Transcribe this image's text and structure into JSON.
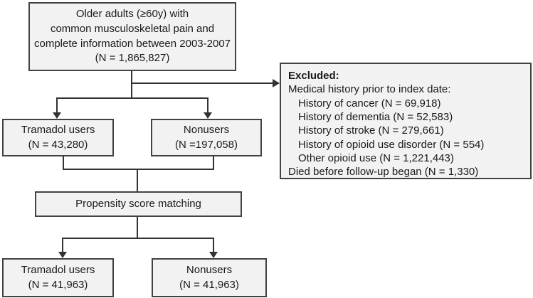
{
  "flowchart": {
    "colors": {
      "box_fill": "#f2f2f2",
      "box_border": "#424242",
      "line": "#333333",
      "text": "#1a1a1a",
      "background": "#ffffff"
    },
    "top_box": {
      "lines": [
        "Older adults (≥60y) with",
        "common musculoskeletal pain and",
        "complete information between 2003-2007",
        "(N = 1,865,827)"
      ]
    },
    "excluded_box": {
      "title": "Excluded:",
      "subtitle": "Medical history prior to index date:",
      "items": [
        "History of cancer (N = 69,918)",
        "History of dementia (N = 52,583)",
        "History of stroke (N = 279,661)",
        "History of opioid use disorder (N = 554)",
        "Other opioid use (N = 1,221,443)"
      ],
      "footer": "Died before follow-up began (N = 1,330)"
    },
    "tramadol_box_1": {
      "line1": "Tramadol users",
      "line2": "(N = 43,280)"
    },
    "nonusers_box_1": {
      "line1": "Nonusers",
      "line2": "(N =197,058)"
    },
    "psm_box": {
      "label": "Propensity score matching"
    },
    "tramadol_box_2": {
      "line1": "Tramadol users",
      "line2": "(N = 41,963)"
    },
    "nonusers_box_2": {
      "line1": "Nonusers",
      "line2": "(N = 41,963)"
    }
  }
}
